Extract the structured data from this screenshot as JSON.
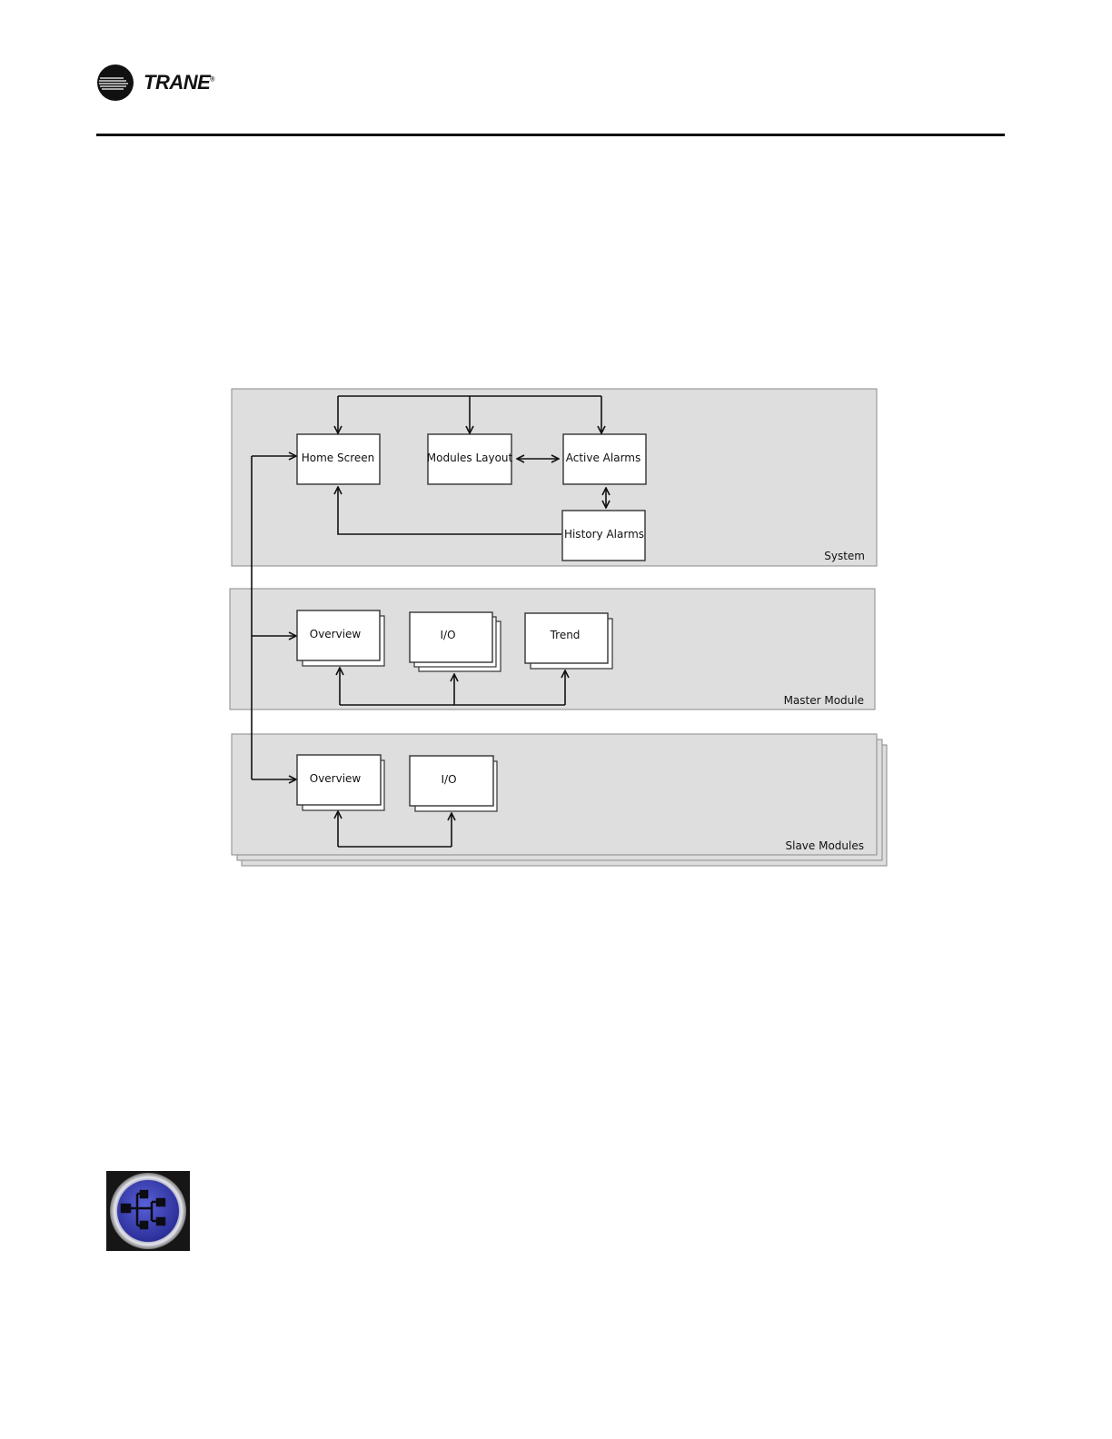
{
  "brand": {
    "name": "TRANE",
    "registered": "®"
  },
  "diagram": {
    "sections": {
      "system": "System",
      "master": "Master Module",
      "slave": "Slave Modules"
    },
    "nodes": {
      "home_screen": "Home Screen",
      "modules_layout": "Modules Layout",
      "active_alarms": "Active Alarms",
      "history_alarms": "History Alarms",
      "master_overview": "Overview",
      "master_io": "I/O",
      "master_trend": "Trend",
      "slave_overview": "Overview",
      "slave_io": "I/O"
    }
  },
  "icon": {
    "name": "module-hierarchy-icon"
  },
  "colors": {
    "panel": "#dedede",
    "panel_border": "#8a8a8a",
    "icon_blue": "#3a3fb0"
  }
}
